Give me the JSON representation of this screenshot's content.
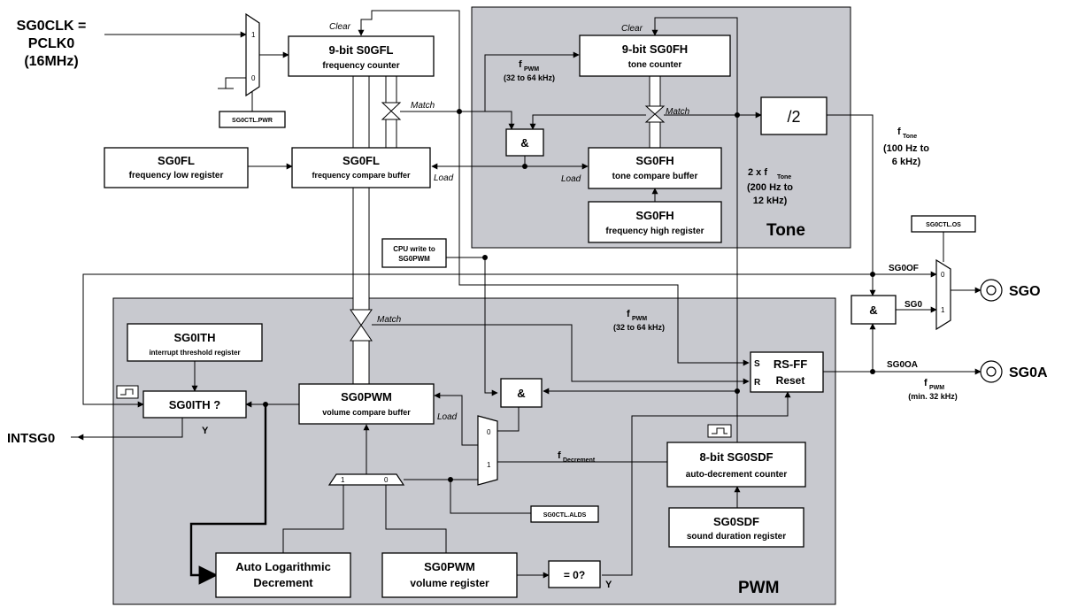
{
  "inputs": {
    "clk": [
      "SG0CLK =",
      "PCLK0",
      "(16MHz)"
    ]
  },
  "regions": {
    "tone": "Tone",
    "pwm": "PWM"
  },
  "blocks": {
    "s0gfl_counter": [
      "9-bit S0GFL",
      "frequency counter"
    ],
    "sg0fl_buffer": [
      "SG0FL",
      "frequency compare buffer"
    ],
    "sg0fl_register": [
      "SG0FL",
      "frequency low register"
    ],
    "sg0fh_counter": [
      "9-bit SG0FH",
      "tone counter"
    ],
    "sg0fh_buffer": [
      "SG0FH",
      "tone compare buffer"
    ],
    "sg0fh_register": [
      "SG0FH",
      "frequency high register"
    ],
    "div2": "/2",
    "and_tone": "&",
    "and_out": "&",
    "and_pwm": "&",
    "rsff": [
      "RS-FF",
      "Reset"
    ],
    "sg0ith_register": [
      "SG0ITH",
      "interrupt threshold register"
    ],
    "sg0ith_cmp": "SG0ITH ?",
    "sg0pwm_buffer": [
      "SG0PWM",
      "volume compare buffer"
    ],
    "sg0sdf_counter": [
      "8-bit SG0SDF",
      "auto-decrement counter"
    ],
    "sg0sdf_register": [
      "SG0SDF",
      "sound duration register"
    ],
    "auto_log": [
      "Auto Logarithmic",
      "Decrement"
    ],
    "sg0pwm_volume": [
      "SG0PWM",
      "volume register"
    ],
    "eq_zero": "= 0?",
    "cpu_write": [
      "CPU write to",
      "SG0PWM"
    ]
  },
  "small_labels": {
    "pwr": "SG0CTL.PWR",
    "os": "SG0CTL.OS",
    "alds": "SG0CTL.ALDS"
  },
  "signal_labels": {
    "clear1": "Clear",
    "clear2": "Clear",
    "match1": "Match",
    "match2": "Match",
    "match3": "Match",
    "load1": "Load",
    "load2": "Load",
    "load3": "Load",
    "fpwm1": {
      "main": "f",
      "sub": "PWM",
      "range": "(32 to 64 kHz)"
    },
    "fpwm2": {
      "main": "f",
      "sub": "PWM",
      "range": "(32 to 64 kHz)"
    },
    "fpwm3": {
      "main": "f",
      "sub": "PWM",
      "range": "(min. 32 kHz)"
    },
    "ftone": {
      "main": "f",
      "sub": "Tone",
      "range1": "(100 Hz to",
      "range2": "6 kHz)"
    },
    "twoftone": {
      "main": "2 x f",
      "sub": "Tone",
      "range1": "(200 Hz to",
      "range2": "12 kHz)"
    },
    "fdec": {
      "main": "f",
      "sub": "Decrement"
    },
    "sg0of": "SG0OF",
    "sg0": "SG0",
    "sg0oa": "SG0OA",
    "s": "S",
    "r": "R",
    "y1": "Y",
    "y2": "Y",
    "mux_1a": "1",
    "mux_0a": "0",
    "mux_0b": "0",
    "mux_1b": "1",
    "mux_0c": "0",
    "mux_1c": "1",
    "mux_1d": "1",
    "mux_0d": "0"
  },
  "outputs": {
    "sgo": "SGO",
    "sg0a": "SG0A",
    "intsg0": "INTSG0"
  },
  "colors": {
    "region_fill": "#c8c9cf",
    "line": "#000000",
    "box": "#ffffff"
  }
}
